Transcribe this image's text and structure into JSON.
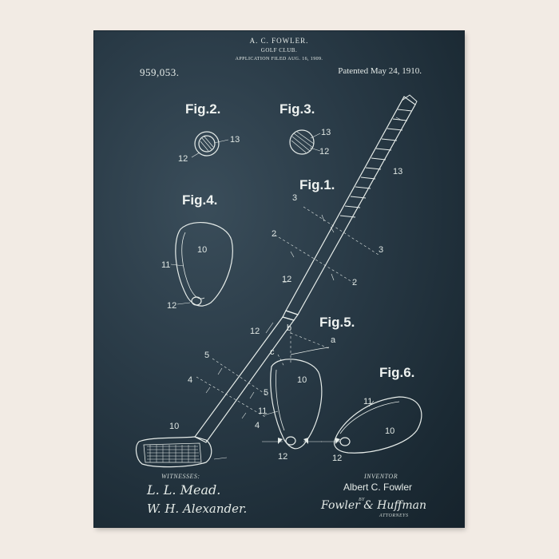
{
  "header": {
    "name": "A. C. FOWLER.",
    "title": "GOLF CLUB.",
    "application": "APPLICATION FILED AUG. 16, 1909.",
    "patent_number": "959,053.",
    "patented_date": "Patented May 24, 1910."
  },
  "figures": {
    "fig1": "Fig.1.",
    "fig2": "Fig.2.",
    "fig3": "Fig.3.",
    "fig4": "Fig.4.",
    "fig5": "Fig.5.",
    "fig6": "Fig.6."
  },
  "refs": {
    "n13": "13",
    "n12": "12",
    "n10": "10",
    "n11": "11",
    "n2": "2",
    "n3": "3",
    "n4": "4",
    "n5": "5",
    "a": "a",
    "b": "b",
    "c": "c"
  },
  "footer": {
    "witnesses_label": "WITNESSES:",
    "witness1": "L. L. Mead.",
    "witness2": "W. H. Alexander.",
    "inventor_label": "INVENTOR",
    "inventor_name": "Albert C. Fowler",
    "attorney_signature": "Fowler & Huffman",
    "by_label": "BY",
    "attorneys_label": "ATTORNEYS"
  },
  "colors": {
    "wall": "#f2ebe4",
    "blueprint": "#1f303b",
    "ink": "#e6ece9"
  }
}
